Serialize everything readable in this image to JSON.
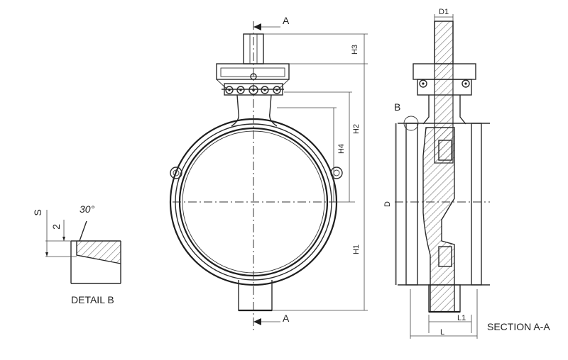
{
  "labels": {
    "section_marker_top": "A",
    "section_marker_bottom": "A",
    "dim_h3": "H3",
    "dim_h2": "H2",
    "dim_h4": "H4",
    "dim_h1": "H1",
    "dim_d1": "D1",
    "dim_d": "D",
    "dim_l1": "L1",
    "dim_l": "L",
    "detail_marker": "B",
    "detail_angle": "30°",
    "dim_s": "S",
    "dim_2": "2",
    "detail_title": "DETAIL B",
    "section_title": "SECTION A-A"
  }
}
